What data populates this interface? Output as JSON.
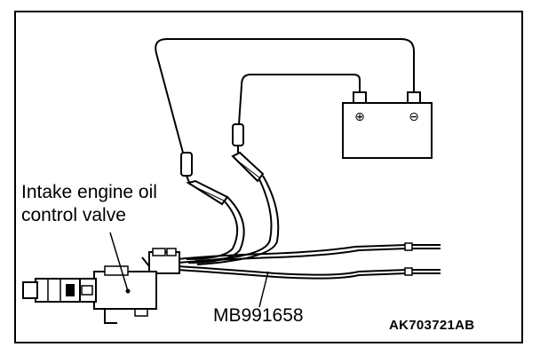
{
  "labels": {
    "valve_line1": "Intake engine oil",
    "valve_line2": "control valve",
    "tool": "MB991658",
    "figure_code": "AK703721AB"
  },
  "battery": {
    "positive_symbol": "⊕",
    "negative_symbol": "⊖"
  }
}
